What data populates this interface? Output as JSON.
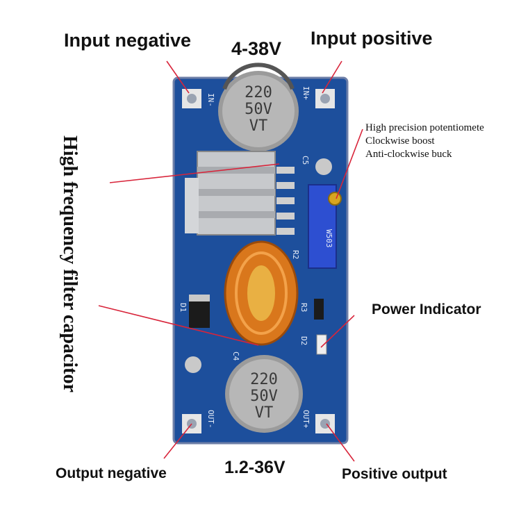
{
  "labels": {
    "input_negative": "Input negative",
    "input_voltage": "4-38V",
    "input_positive": "Input positive",
    "potentiometer_line1": "High precision potentiomete",
    "potentiometer_line2": "Clockwise boost",
    "potentiometer_line3": "Anti-clockwise buck",
    "filter_capacitor": "High frequency filter capacitor",
    "power_indicator": "Power Indicator",
    "output_negative": "Output negative",
    "output_voltage": "1.2-36V",
    "positive_output": "Positive output"
  },
  "board": {
    "in_minus": "IN-",
    "in_plus": "IN+",
    "out_minus": "OUT-",
    "out_plus": "OUT+",
    "c5": "C5",
    "c4": "C4",
    "r2": "R2",
    "r3": "R3",
    "d1": "D1",
    "d2": "D2",
    "pot_code": "W503",
    "cap_top_line1": "220",
    "cap_top_line2": "50V",
    "cap_top_line3": "VT",
    "cap_bottom_line1": "220",
    "cap_bottom_line2": "50V",
    "cap_bottom_line3": "VT"
  },
  "colors": {
    "pcb": "#1d4f9c",
    "arrow": "#d8243a",
    "copper": "#d9771c"
  }
}
